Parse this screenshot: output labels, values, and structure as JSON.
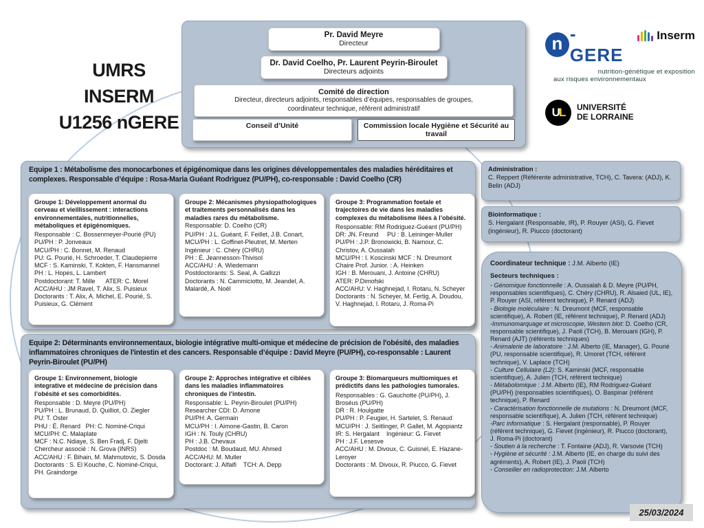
{
  "title": {
    "line1": "UMRS INSERM",
    "line2": "U1256 nGERE"
  },
  "logos": {
    "ngere": {
      "letter": "n",
      "wordmark": "-GERE",
      "subtitle1": "nutrition-génétique et exposition",
      "subtitle2": "aux risques environnementaux"
    },
    "inserm": {
      "label": "Inserm",
      "bar_colors": [
        "#e8308a",
        "#f6a800",
        "#3bb24a",
        "#2b6cb8",
        "#7a3f98"
      ]
    },
    "universite": {
      "monogram_u": "U",
      "monogram_l": "L",
      "line1": "UNIVERSITÉ",
      "line2": "DE LORRAINE"
    }
  },
  "direction": {
    "director": {
      "name": "Pr. David Meyre",
      "role": "Directeur"
    },
    "deputies": {
      "name": "Dr. David Coelho, Pr. Laurent Peyrin-Biroulet",
      "role": "Directeurs adjoints"
    },
    "committee": {
      "title": "Comité de direction",
      "line1": "Directeur, directeurs adjoints, responsables d’équipes, responsables de groupes,",
      "line2": "coordinateur technique, référent administratif"
    },
    "conseil": "Conseil d’Unité",
    "commission": "Commission locale Hygiène et Sécurité au travail"
  },
  "equipe1": {
    "header": "Equipe 1 : Métabolisme des monocarbones et épigénomique dans les origines développementales des maladies héréditaires et complexes. Responsable d’équipe : Rosa-Maria Guéant Rodriguez (PU/PH), co-responsable : David Coelho (CR)",
    "groups": [
      {
        "title": "Groupe 1: Développement anormal du cerveau et vieillissement : interactions environnementales, nutritionnelles, métaboliques et épigénomiques.",
        "title_after": "",
        "lines": [
          "Responsable : C. Bossenmeyer-Pourié (PU)",
          "PU/PH : P. Jonveaux",
          "MCU/PH : C. Bonnet, M. Renaud",
          "PU: G. Pourié, H. Schroeder, T. Claudepierre",
          "MCF : S. Kaminski, T. Kokten, F. Hansmannel",
          "PH : L. Hopes, L. Lambert",
          "Postdoctorant: T. Mille      ATER: C. Morel",
          "ACC/AHU : JM Ravel, T. Alix, S. Puisieux",
          "Doctorants : T. Alix, A. Michel, E. Pourié, S. Puisieux, G. Clément"
        ]
      },
      {
        "title": "Groupe 2: Mécanismes physiopathologiques et traitements personnalisés dans les maladies rares du métabolisme.",
        "title_after": " Responsable: D. Coelho (CR)",
        "lines": [
          "PU/PH : J.L. Guéant, F. Feillet, J.B. Conart,",
          "MCU/PH : L. Goffinet-Pleutret, M. Merten",
          "Ingénieur : C. Chéry (CHRU)",
          "PH : É. Jeannesson-Thivisol",
          "ACC/AHU : A. Wiedemann",
          "Postdoctorants: S. Seal, A. Gallizzi",
          "Doctorants : N. Cammiciotto, M. Jeandel, A. Malardé, A. Noël"
        ]
      },
      {
        "title": "Groupe 3: Programmation foetale et trajectoires de vie dans les maladies complexes du métabolisme liées à l’obésité.",
        "title_after": "",
        "lines": [
          "Responsable: RM Rodriguez-Guéant (PU/PH)",
          "DR: JN. Freund     PU : B. Leininger-Muller",
          "PU/PH : J.P. Bronowicki, B. Namour, C. Christov, A. Oussalah",
          "MCU/PH : I. Koscinski MCF : N. Dreumont",
          "Chaire Prof. Junior. : A. Heinken",
          "IGH : B. Merouani, J. Antoine (CHRU)",
          "ATER: P.Dimofski",
          "ACC/AHU: V. Haghnejad, I. Rotaru, N. Scheyer",
          "Doctorants : N. Scheyer, M. Fertig, A. Doudou, V. Haghnejad, I. Rotaru, J. Roma-Pi"
        ]
      }
    ]
  },
  "equipe2": {
    "header": "Equipe 2: Déterminants environnementaux, biologie intégrative multi-omique et médecine de précision de l'obésité, des maladies inflammatoires chroniques de l'intestin et des cancers. Responsable d’équipe : David Meyre (PU/PH), co-responsable : Laurent Peyrin-Biroulet (PU/PH)",
    "groups": [
      {
        "title": "Groupe 1: Environnement, biologie integrative et médecine de précision dans l’obésité et ses comorbidités.",
        "title_after": "",
        "lines": [
          "Responsable : D. Meyre (PU/PH)",
          "PU/PH : L. Brunaud, D. Quilliot, O. Ziegler",
          "PU: T. Oster",
          "PHU : É. Renard   PH: C. Nominé-Criqui",
          "MCU/PH: C. Malaplate",
          "MCF : N.C. Ndiaye, S. Ben Fradj, F. Djelti",
          "Chercheur associé : N. Grova (INRS)",
          "ACC/AHU : F. Bihain, M. Mahmutovic, S. Dosda",
          "Doctorants : S. El Kouche, C. Nominé-Criqui, PH. Graindorge"
        ]
      },
      {
        "title": "Groupe 2: Approches intégrative et ciblées dans les maladies inflammatoires chroniques de l’intestin.",
        "title_after": "",
        "lines": [
          "Responsable: L. Peyrin-Biroulet (PU/PH)",
          "Researcher CDI: D. Arnone",
          "PU/PH: A. Germain",
          "MCU/PH : I. Aimone-Gastin, B. Caron",
          "IGH : N. Touly (CHRU)",
          "PH : J.B. Chevaux",
          "Postdoc : M. Boudaud, MU. Ahmed",
          "ACC/AHU: M. Muller",
          "Doctorant: J. Alfaifi    TCH: A. Depp"
        ]
      },
      {
        "title": "Groupe 3: Biomarqueurs multiomiques et prédictifs dans les pathologies tumorales.",
        "title_after": "",
        "lines": [
          "Responsables : G. Gauchotte (PU/PH), J. Broséus (PU/PH)",
          "DR : R. Houlgatte",
          "PU/PH : P. Feugier, H. Sartelet, S. Renaud",
          "MCU/PH : J. Seitlinger, P. Gallet, M. Agopiantz",
          "IR: S. Hergalant    Ingénieur: G. Fievet",
          "PH : J.F. Lesesve",
          "ACC/AHU : M. Divoux, C. Guisnel, E. Hazane-Leroyer",
          "Doctorants : M. Divoux, R. Piucco, G. Fievet"
        ]
      }
    ]
  },
  "administration": {
    "title": "Administration :",
    "text": "C. Reppert (Référente administrative, TCH), C. Tavera: (ADJ), K. Belin (ADJ)"
  },
  "bioinformatique": {
    "title": "Bioinformatique :",
    "text": "S. Hergalant (Responsable, IR), P. Rouyer (ASI), G. Fievet (ingénieur), R. Piucco (doctorant)"
  },
  "coordinator": {
    "title_label": "Coordinateur technique :",
    "title_value": " J.M. Alberto (IE)",
    "sectors_title": "Secteurs techniques :",
    "items": [
      {
        "label": "- Génomique fonctionnelle",
        "text": " : A. Oussalah & D. Meyre (PU/PH, responsables scientifiques), C. Chéry (CHRU), R. Alsaied (UL, IE), P. Rouyer (ASI, référent technique), P. Renard (ADJ)"
      },
      {
        "label": "- Biologie moléculaire",
        "text": " : N. Dreumont (MCF, responsable scientifique), A. Robert (IE, référent technique), P. Renard (ADJ)"
      },
      {
        "label": "-Immunomarquage et microscopie, Western blot",
        "text": ": D. Coelho (CR, responsable scientifique), J. Paoli (TCH), B. Merouani (IGH), P. Renard (AJT) (référents techniques)"
      },
      {
        "label": "- Animalerie de laboratoire",
        "text": " : J.M. Alberto (IE, Manager), G. Pourié (PU, responsable scientifique), R. Umoret (TCH, référent technique), V. Laplace (TCH)"
      },
      {
        "label": "- Culture Cellulaire (L2)",
        "text": ": S. Kaminski (MCF, responsable scientifique), A. Julien (TCH, référent technique)"
      },
      {
        "label": "- Métabolomique",
        "text": " : J.M. Alberto (IE), RM Rodriguez-Guéant (PU/PH) (responsables scientifiques), O. Baspinar (référent technique), P. Renard"
      },
      {
        "label": "- Caractérisation fonctionnelle de mutations",
        "text": " : N. Dreumont (MCF, responsable scientifique), A. Julien (TCH, référent technique)"
      },
      {
        "label": "-Parc informatique",
        "text": " : S. Hergalant (responsable), P. Rouyer (référent technique), G. Fievet (ingénieur), R. Piucco (doctorant), J. Roma-Pi (doctorant)"
      },
      {
        "label": "- Soutien à la recherche",
        "text": " : T. Fontaine (ADJ), R. Varsovie (TCH)"
      },
      {
        "label": "- Hygiène et sécurité",
        "text": " : J.M. Alberto (IE, en charge du suivi des agréments), A. Robert (IE), J. Paoli (TCH)"
      },
      {
        "label": "- Conseiller en radioprotection",
        "text": ": J.M. Alberto"
      }
    ]
  },
  "date": "25/03/2024"
}
